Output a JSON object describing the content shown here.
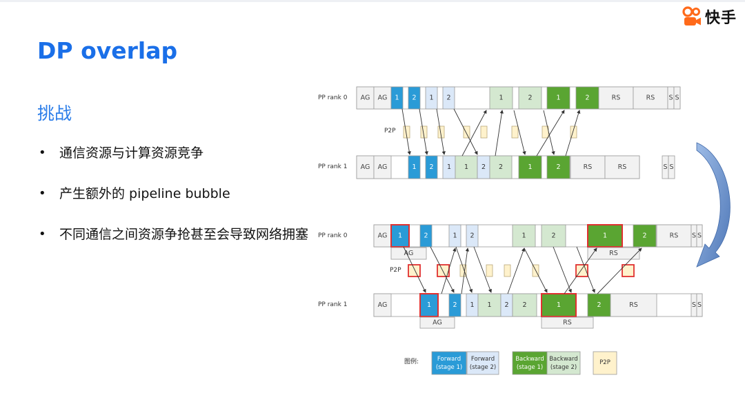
{
  "brand": {
    "name": "快手"
  },
  "title": "DP overlap",
  "subtitle": "挑战",
  "bullets": [
    "通信资源与计算资源竞争",
    "产生额外的 pipeline bubble",
    "不同通信之间资源争抢甚至会导致网络拥塞"
  ],
  "labels": {
    "pp_rank_0": "PP rank 0",
    "pp_rank_1": "PP rank 1",
    "p2p": "P2P",
    "legend_title": "图例:"
  },
  "legend": [
    {
      "line1": "Forward",
      "line2": "(stage 1)",
      "fill": "#2a9bd7",
      "text": "#ffffff"
    },
    {
      "line1": "Forward",
      "line2": "(stage 2)",
      "fill": "#dbe8f8",
      "text": "#333333"
    },
    {
      "line1": "Backward",
      "line2": "(stage 1)",
      "fill": "#5aa532",
      "text": "#ffffff"
    },
    {
      "line1": "Backward",
      "line2": "(stage 2)",
      "fill": "#d4e8d0",
      "text": "#333333"
    },
    {
      "line1": "P2P",
      "line2": "",
      "fill": "#fff2cc",
      "text": "#333333"
    }
  ],
  "colors": {
    "fwd1": "#2a9bd7",
    "fwd2": "#dbe8f8",
    "bwd1": "#5aa532",
    "bwd2": "#d4e8d0",
    "p2p": "#fff2cc",
    "comm": "#f2f2f2",
    "highlight": "#e03030",
    "arrow": "#5b84c4"
  },
  "diagrams": {
    "top": {
      "rank0": [
        {
          "k": "c",
          "t": "AG"
        },
        {
          "k": "c",
          "t": "AG"
        },
        {
          "k": "f1",
          "t": "1"
        },
        {
          "k": "f1",
          "t": "2"
        },
        {
          "k": "f2",
          "t": "1"
        },
        {
          "k": "f2",
          "t": "2"
        },
        {
          "k": "b2",
          "t": "1"
        },
        {
          "k": "b2",
          "t": "2"
        },
        {
          "k": "b1",
          "t": "1"
        },
        {
          "k": "b1",
          "t": "2"
        },
        {
          "k": "c",
          "t": "RS"
        },
        {
          "k": "c",
          "t": "RS"
        },
        {
          "k": "c",
          "t": "S"
        },
        {
          "k": "c",
          "t": "S"
        }
      ],
      "rank1": [
        {
          "k": "c",
          "t": "AG"
        },
        {
          "k": "c",
          "t": "AG"
        },
        {
          "k": "f1",
          "t": "1"
        },
        {
          "k": "f1",
          "t": "2"
        },
        {
          "k": "f2",
          "t": "1"
        },
        {
          "k": "b2",
          "t": "1"
        },
        {
          "k": "f2",
          "t": "2"
        },
        {
          "k": "b2",
          "t": "2"
        },
        {
          "k": "b1",
          "t": "1"
        },
        {
          "k": "b1",
          "t": "2"
        },
        {
          "k": "c",
          "t": "RS"
        },
        {
          "k": "c",
          "t": "RS"
        },
        {
          "k": "c",
          "t": "S"
        },
        {
          "k": "c",
          "t": "S"
        }
      ]
    },
    "bottom": {
      "rank0": [
        {
          "k": "c",
          "t": "AG"
        },
        {
          "k": "f1",
          "t": "1"
        },
        {
          "k": "f1",
          "t": "2"
        },
        {
          "k": "f2",
          "t": "1"
        },
        {
          "k": "f2",
          "t": "2"
        },
        {
          "k": "b2",
          "t": "1"
        },
        {
          "k": "b2",
          "t": "2"
        },
        {
          "k": "b1",
          "t": "1"
        },
        {
          "k": "b1",
          "t": "2"
        },
        {
          "k": "c",
          "t": "RS"
        },
        {
          "k": "c",
          "t": "S"
        },
        {
          "k": "c",
          "t": "S"
        }
      ],
      "rank0_sub": [
        {
          "k": "c",
          "t": "AG"
        },
        {
          "k": "c",
          "t": "RS"
        }
      ],
      "rank1": [
        {
          "k": "c",
          "t": "AG"
        },
        {
          "k": "f1",
          "t": "1"
        },
        {
          "k": "f1",
          "t": "2"
        },
        {
          "k": "f2",
          "t": "1"
        },
        {
          "k": "b2",
          "t": "1"
        },
        {
          "k": "f2",
          "t": "2"
        },
        {
          "k": "b2",
          "t": "2"
        },
        {
          "k": "b1",
          "t": "1"
        },
        {
          "k": "b1",
          "t": "2"
        },
        {
          "k": "c",
          "t": "RS"
        },
        {
          "k": "c",
          "t": "S"
        },
        {
          "k": "c",
          "t": "S"
        }
      ],
      "rank1_sub": [
        {
          "k": "c",
          "t": "AG"
        },
        {
          "k": "c",
          "t": "RS"
        }
      ]
    }
  }
}
